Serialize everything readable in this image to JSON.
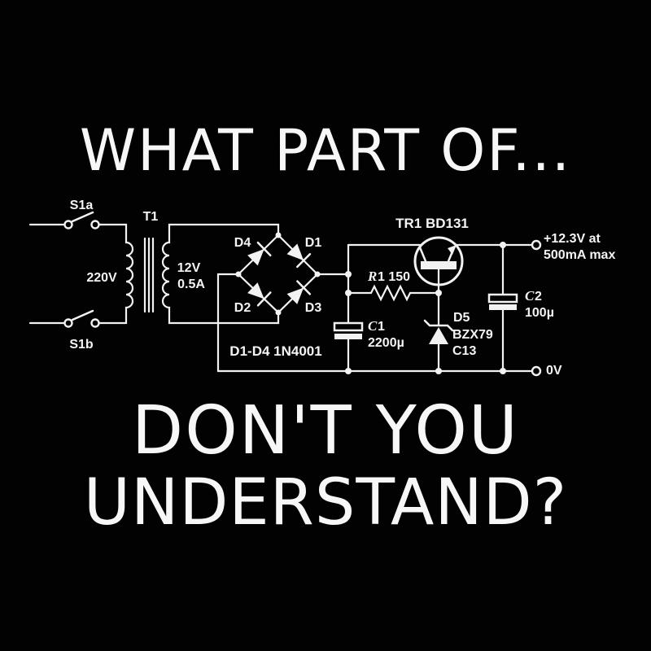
{
  "top_text": "WHAT PART OF...",
  "bottom_text_line1": "DON'T YOU",
  "bottom_text_line2": "UNDERSTAND?",
  "colors": {
    "background": "#000000",
    "ink": "#f2f2f2"
  },
  "schematic": {
    "switches": {
      "s1a": "S1a",
      "s1b": "S1b"
    },
    "transformer": {
      "ref": "T1",
      "primary_voltage": "220V",
      "secondary_voltage": "12V",
      "secondary_current": "0.5A"
    },
    "bridge": {
      "d4": "D4",
      "d1": "D1",
      "d2": "D2",
      "d3": "D3",
      "note": "D1-D4 1N4001"
    },
    "resistor": {
      "letter": "R",
      "rest": "1 150"
    },
    "transistor": {
      "label": "TR1 BD131"
    },
    "c1": {
      "letter": "C",
      "rest": "1",
      "value": "2200µ"
    },
    "zener": {
      "ref": "D5",
      "part1": "BZX79",
      "part2": "C13"
    },
    "c2": {
      "letter": "C",
      "rest": "2",
      "value": "100µ"
    },
    "output": {
      "line1": "+12.3V at",
      "line2": "500mA max",
      "ground": "0V"
    }
  }
}
